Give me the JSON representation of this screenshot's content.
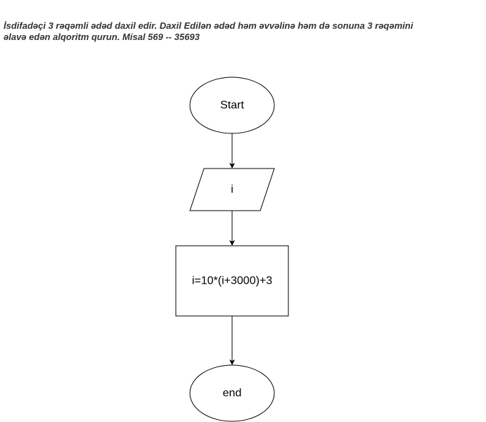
{
  "task": {
    "line_1": "İsdifadəçi 3 rəqəmli ədəd daxil edir. Daxil Edilən ədəd həm əvvəlinə həm də sonuna 3 rəqəmini",
    "line_2": "əlavə edən alqoritm qurun. Misal 569 -- 35693"
  },
  "flowchart": {
    "start_label": "Start",
    "input_label": "i",
    "process_label": "i=10*(i+3000)+3",
    "end_label": "end"
  },
  "colors": {
    "stroke": "#000000",
    "text": "#000000",
    "task_text": "#333333",
    "background": "#ffffff"
  }
}
